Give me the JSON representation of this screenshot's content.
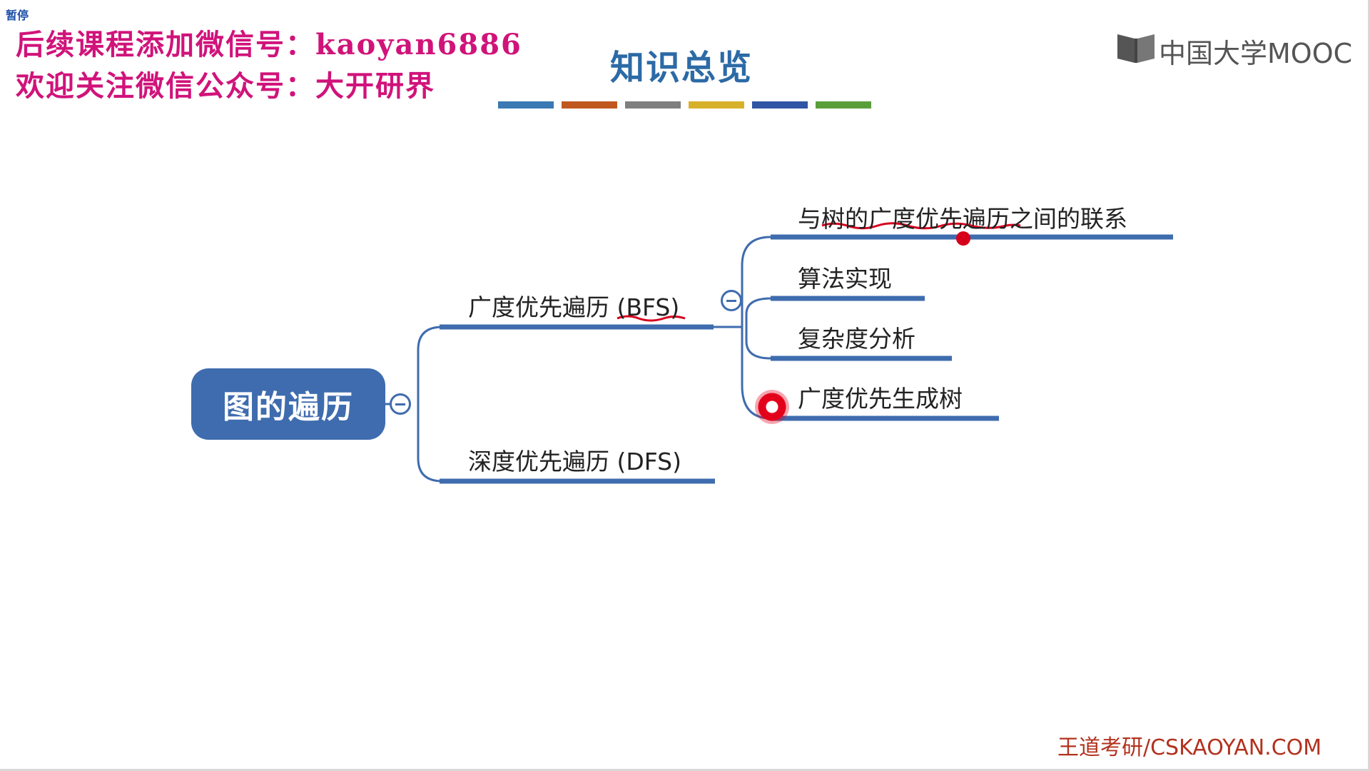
{
  "overlay": {
    "pause_label": "暂停",
    "watermark_line1": "后续课程添加微信号：kaoyan6886",
    "watermark_line2": "欢迎关注微信公众号：大开研界"
  },
  "slide": {
    "title": "知识总览",
    "color_bars": [
      "#3a79b3",
      "#c0581e",
      "#7f7f7f",
      "#d8b12b",
      "#2f55a4",
      "#5a9e3a"
    ]
  },
  "logo": {
    "text": "中国大学MOOC"
  },
  "mindmap": {
    "root": "图的遍历",
    "branches": [
      {
        "label": "广度优先遍历 (BFS)",
        "children": [
          "与树的广度优先遍历之间的联系",
          "算法实现",
          "复杂度分析",
          "广度优先生成树"
        ]
      },
      {
        "label": "深度优先遍历 (DFS)"
      }
    ]
  },
  "annotation_color": "#d6001c",
  "footer": {
    "text": "王道考研/CSKAOYAN.COM"
  }
}
